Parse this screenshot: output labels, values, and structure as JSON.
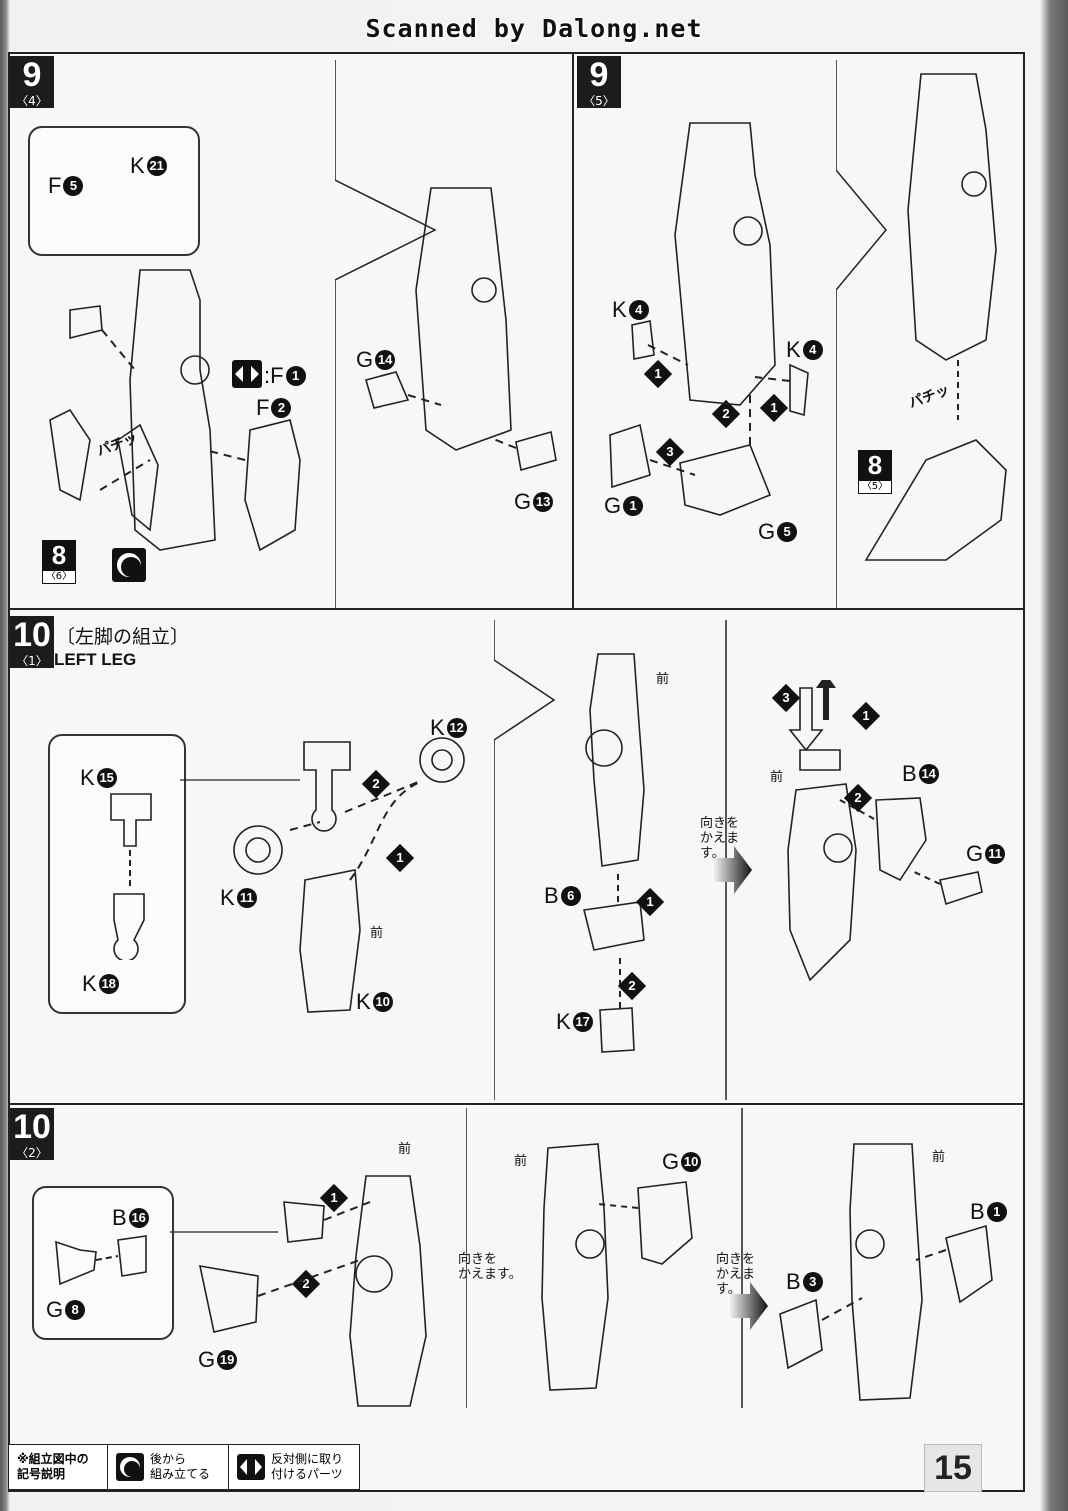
{
  "banner": "Scanned by Dalong.net",
  "steps": [
    {
      "num": "9",
      "sub": "〈4〉"
    },
    {
      "num": "9",
      "sub": "〈5〉"
    },
    {
      "num": "10",
      "sub": "〈1〉",
      "title": "〔左脚の組立〕",
      "title_en": "LEFT LEG"
    },
    {
      "num": "10",
      "sub": "〈2〉"
    }
  ],
  "refs": [
    {
      "num": "8",
      "sub": "〈6〉"
    },
    {
      "num": "8",
      "sub": "〈5〉"
    }
  ],
  "parts": {
    "k21": {
      "l": "K",
      "n": "21"
    },
    "f5": {
      "l": "F",
      "n": "5"
    },
    "f1": {
      "l": ":F",
      "n": "1"
    },
    "f2": {
      "l": "F",
      "n": "2"
    },
    "g14": {
      "l": "G",
      "n": "14"
    },
    "g13": {
      "l": "G",
      "n": "13"
    },
    "k4a": {
      "l": "K",
      "n": "4"
    },
    "k4b": {
      "l": "K",
      "n": "4"
    },
    "g1": {
      "l": "G",
      "n": "1"
    },
    "g5": {
      "l": "G",
      "n": "5"
    },
    "k12": {
      "l": "K",
      "n": "12"
    },
    "k15": {
      "l": "K",
      "n": "15"
    },
    "k18": {
      "l": "K",
      "n": "18"
    },
    "k11": {
      "l": "K",
      "n": "11"
    },
    "k10": {
      "l": "K",
      "n": "10"
    },
    "b6": {
      "l": "B",
      "n": "6"
    },
    "k17": {
      "l": "K",
      "n": "17"
    },
    "b14": {
      "l": "B",
      "n": "14"
    },
    "g11": {
      "l": "G",
      "n": "11"
    },
    "b16": {
      "l": "B",
      "n": "16"
    },
    "g8": {
      "l": "G",
      "n": "8"
    },
    "g19": {
      "l": "G",
      "n": "19"
    },
    "g10": {
      "l": "G",
      "n": "10"
    },
    "b1": {
      "l": "B",
      "n": "1"
    },
    "b3": {
      "l": "B",
      "n": "3"
    }
  },
  "labels": {
    "front": "前",
    "turn_line1": "向きを",
    "turn_line2": "かえます。",
    "pachi": "パチッ"
  },
  "legend": {
    "title_line1": "※組立図中の",
    "title_line2": "記号説明",
    "later_line1": "後から",
    "later_line2": "組み立てる",
    "opposite_line1": "反対側に取り",
    "opposite_line2": "付けるパーツ"
  },
  "page_number": "15"
}
